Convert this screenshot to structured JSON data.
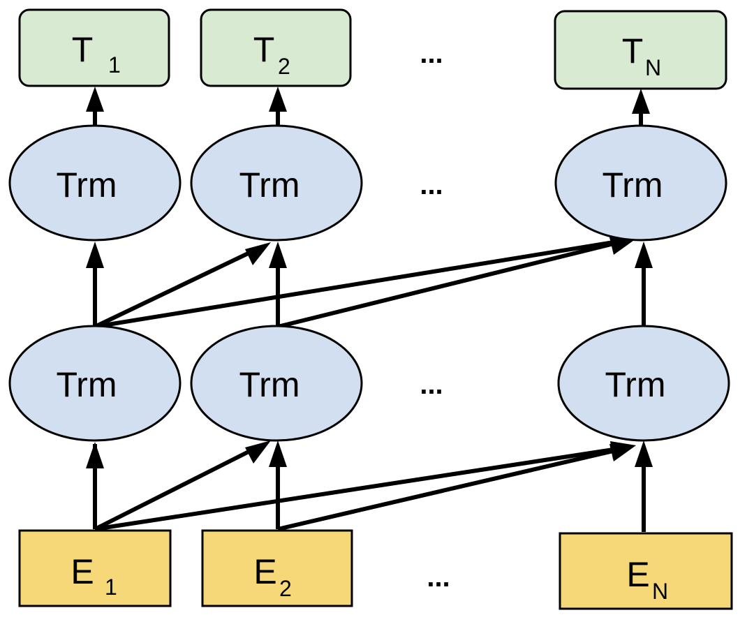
{
  "outputs": [
    {
      "letter": "T",
      "sub": "1"
    },
    {
      "letter": "T",
      "sub": "2"
    },
    {
      "letter": "T",
      "sub": "N"
    }
  ],
  "upper_layer": [
    "Trm",
    "Trm",
    "Trm"
  ],
  "lower_layer": [
    "Trm",
    "Trm",
    "Trm"
  ],
  "inputs": [
    {
      "letter": "E",
      "sub": "1"
    },
    {
      "letter": "E",
      "sub": "2"
    },
    {
      "letter": "E",
      "sub": "N"
    }
  ],
  "ellipsis": "...",
  "colors": {
    "output_fill": "#d9ead3",
    "trm_fill": "#d2dff0",
    "input_fill": "#f6d878",
    "stroke": "#000000"
  }
}
